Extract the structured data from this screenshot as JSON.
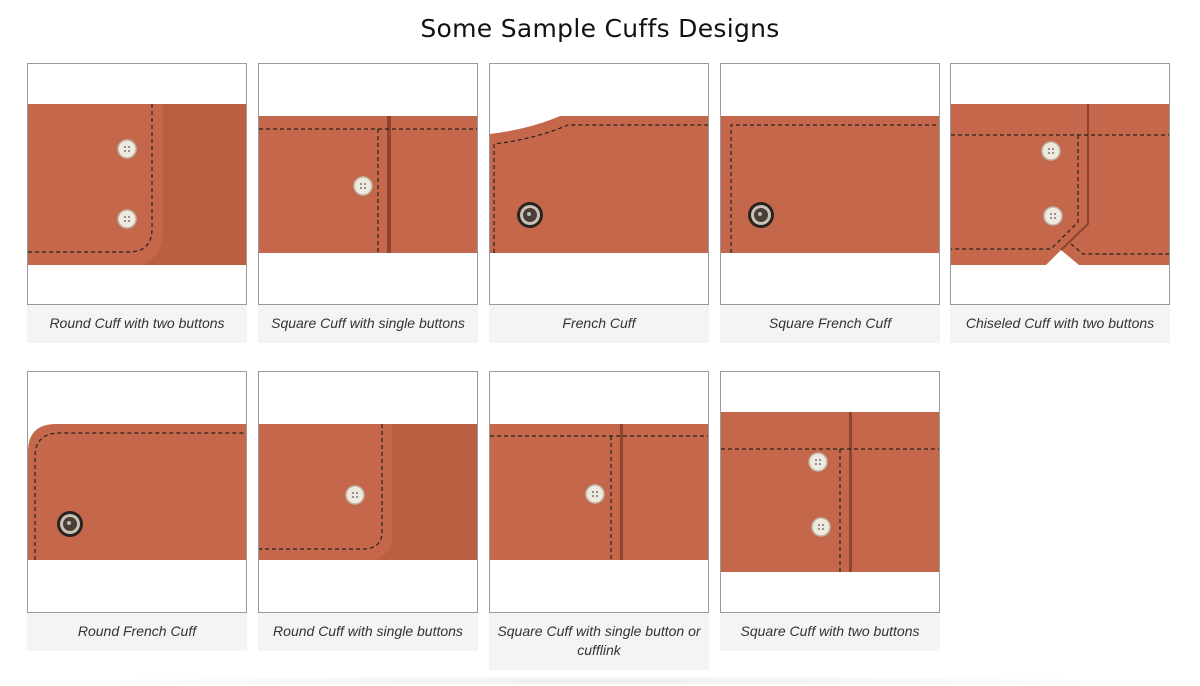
{
  "title": "Some Sample Cuffs Designs",
  "colors": {
    "cuff": "#c4674a",
    "caption_bg": "#f4f4f4"
  },
  "cuffs": [
    {
      "label": "Round Cuff with two buttons"
    },
    {
      "label": "Square Cuff with single buttons"
    },
    {
      "label": "French Cuff"
    },
    {
      "label": "Square French Cuff"
    },
    {
      "label": "Chiseled Cuff with two buttons"
    },
    {
      "label": "Round French Cuff"
    },
    {
      "label": "Round Cuff with single buttons"
    },
    {
      "label": "Square Cuff with single button or cufflink"
    },
    {
      "label": "Square Cuff with two buttons"
    }
  ]
}
